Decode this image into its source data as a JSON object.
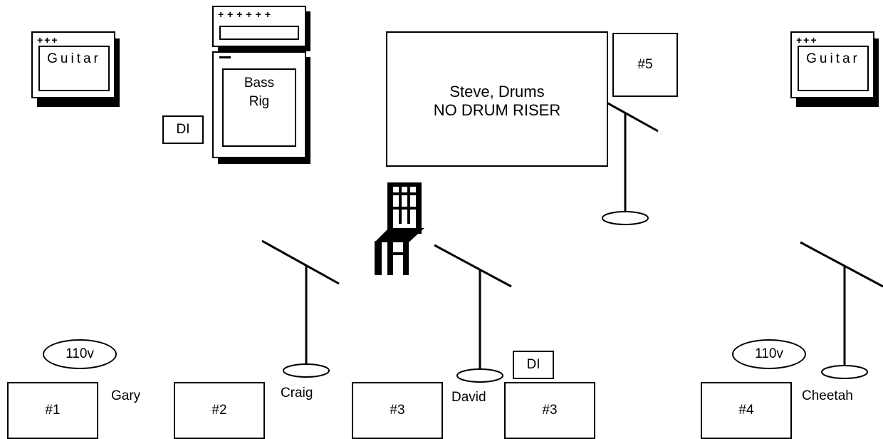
{
  "amps": {
    "guitar_left": {
      "label": "Guitar",
      "knobs": "+++"
    },
    "guitar_right": {
      "label": "Guitar",
      "knobs": "+++"
    },
    "bass_head_knobs": "++++++",
    "bass_rig": {
      "line1": "Bass",
      "line2": "Rig"
    }
  },
  "drums": {
    "line1": "Steve, Drums",
    "line2": "NO DRUM RISER"
  },
  "di_boxes": {
    "di_left": "DI",
    "di_right": "DI"
  },
  "power": {
    "outlet_left": "110v",
    "outlet_right": "110v"
  },
  "monitors": {
    "m1": "#1",
    "m2": "#2",
    "m3a": "#3",
    "m3b": "#3",
    "m4": "#4",
    "m5": "#5"
  },
  "musicians": {
    "gary": "Gary",
    "craig": "Craig",
    "david": "David",
    "cheetah": "Cheetah"
  }
}
